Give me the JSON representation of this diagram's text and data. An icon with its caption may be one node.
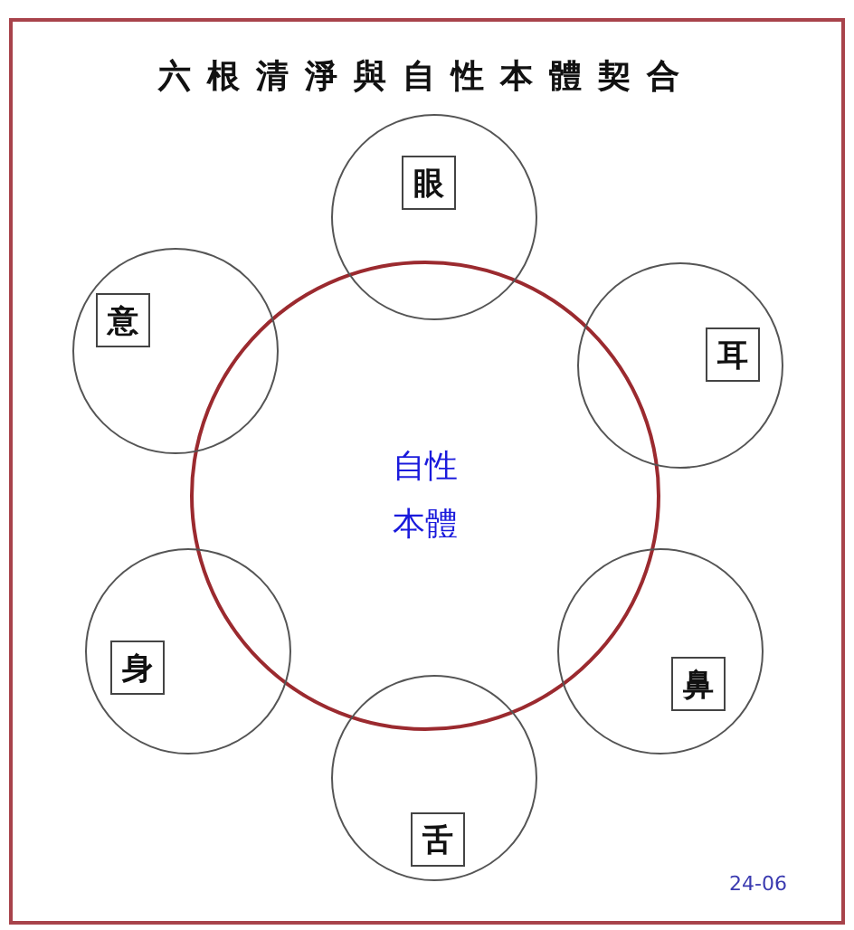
{
  "diagram": {
    "title": "六根清淨與自性本體契合",
    "nodes": [
      {
        "text": [
          "眼"
        ]
      },
      {
        "text": [
          "意"
        ]
      },
      {
        "text": [
          "耳"
        ]
      },
      {
        "text": [
          "自性本體"
        ]
      },
      {
        "text": [
          "身"
        ]
      },
      {
        "text": [
          "鼻"
        ]
      },
      {
        "text": [
          "舌"
        ]
      }
    ],
    "labels": [
      "24-06"
    ]
  }
}
